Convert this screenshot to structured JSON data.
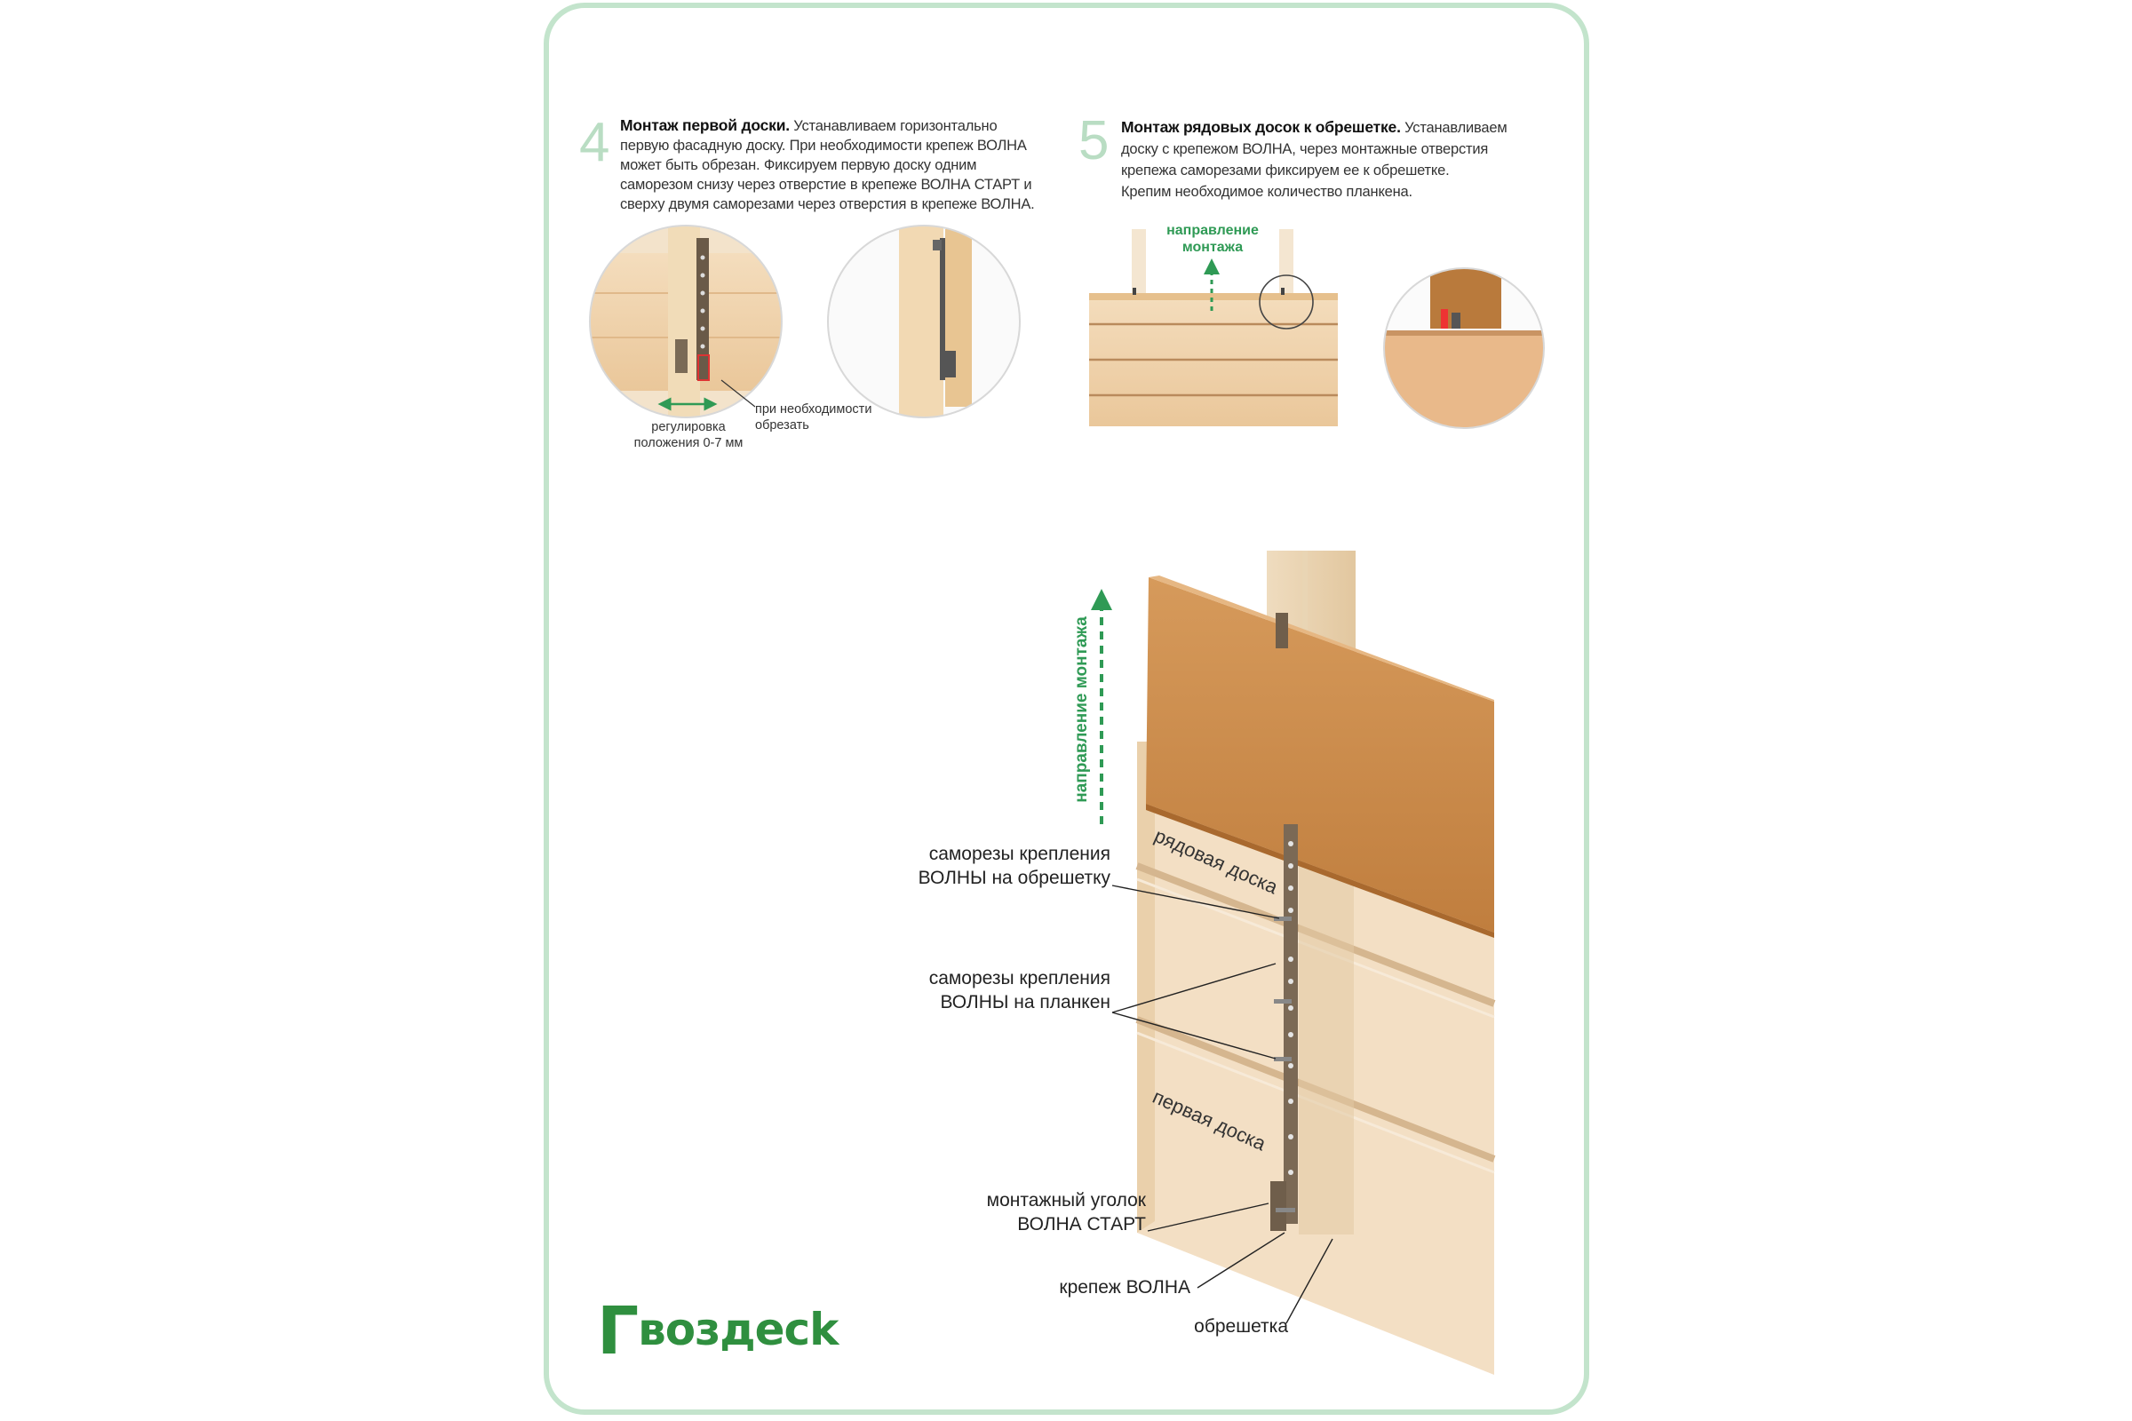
{
  "step4": {
    "number": "4",
    "lead": "Монтаж первой доски.",
    "lines": [
      " Устанавливаем горизонтально",
      "первую фасадную доску. При необходимости крепеж ВОЛНА",
      "может быть обрезан. Фиксируем первую доску одним",
      "саморезом снизу через отверстие в крепеже ВОЛНА СТАРТ и",
      "сверху двумя саморезами через отверстия в крепеже ВОЛНА."
    ],
    "adjust_label": [
      "регулировка",
      "положения 0-7 мм"
    ],
    "trim_label": [
      "при необходимости",
      "обрезать"
    ]
  },
  "step5": {
    "number": "5",
    "lead": "Монтаж рядовых досок к обрешетке.",
    "lines": [
      " Устанавливаем",
      "доску с крепежом ВОЛНА, через монтажные отверстия",
      "крепежа саморезами фиксируем ее к обрешетке.",
      "Крепим необходимое количество планкена."
    ],
    "direction_label": [
      "направление",
      "монтажа"
    ]
  },
  "main": {
    "direction_label": "направление монтажа",
    "row_board": "рядовая доска",
    "first_board": "первая доска",
    "callouts": {
      "screws_batten": [
        "саморезы крепления",
        "ВОЛНЫ на обрешетку"
      ],
      "screws_plank": [
        "саморезы крепления",
        "ВОЛНЫ на планкен"
      ],
      "corner": [
        "монтажный уголок",
        "ВОЛНА СТАРТ"
      ],
      "fastener": "крепеж ВОЛНА",
      "batten": "обрешетка"
    }
  },
  "logo": {
    "text": "воздеck",
    "mark": "Г"
  },
  "colors": {
    "frame": "#c3e4cc",
    "green": "#2f9a55",
    "wood_dark": "#c9874a",
    "wood_light": "#f3d9b6"
  }
}
